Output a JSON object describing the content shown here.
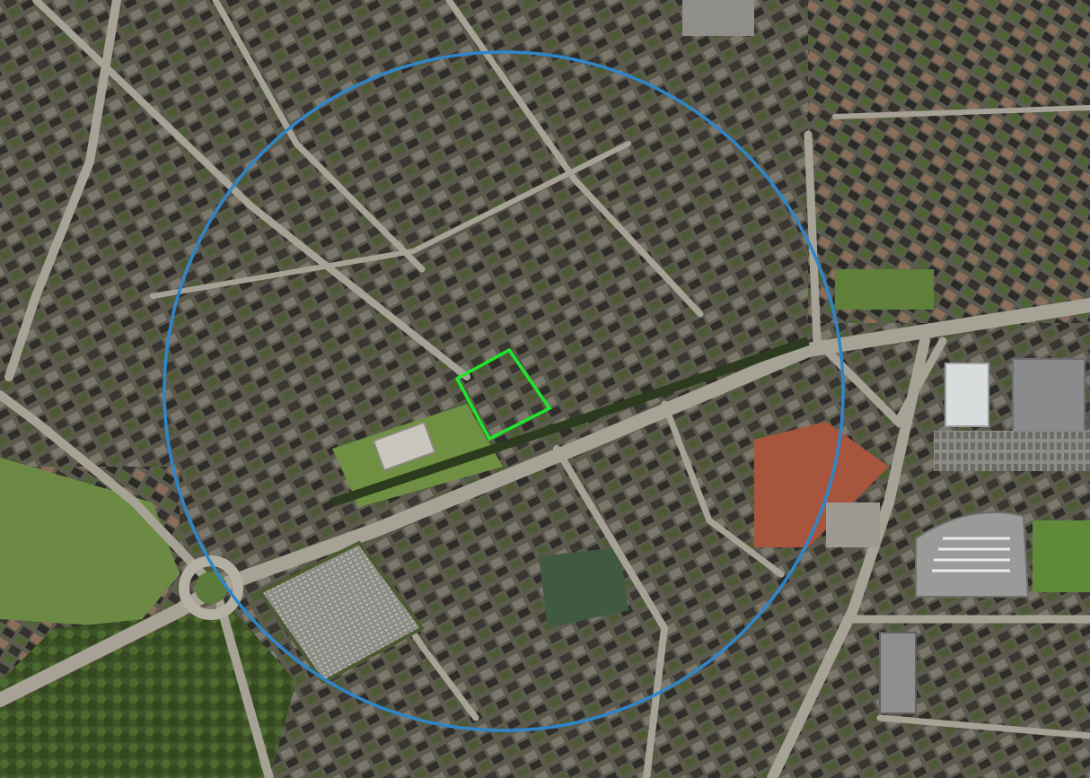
{
  "map": {
    "type": "aerial-photo",
    "overlays": {
      "radius_circle": {
        "shape": "circle",
        "color": "#2e86c9"
      },
      "parcel_marker": {
        "shape": "rotated-square",
        "color": "#1de82a"
      }
    },
    "features": [
      "residential-blocks",
      "road-network",
      "roundabout",
      "cemetery",
      "pond",
      "tree-rows",
      "large-commercial-buildings",
      "parking-lot",
      "sports-field"
    ],
    "colors": {
      "roof_dark": "#3a3632",
      "roof_red": "#a8553d",
      "road": "#9e9a90",
      "vegetation": "#4f6a2e",
      "grass": "#6f8f42"
    }
  }
}
